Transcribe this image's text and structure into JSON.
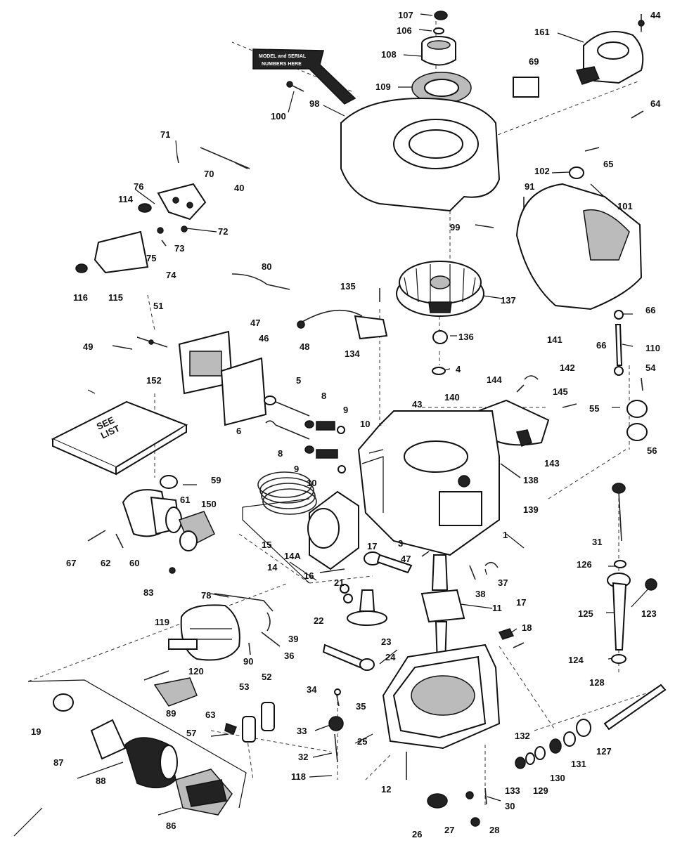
{
  "banner": {
    "text_line1": "MODEL and SERIAL",
    "text_line2": "NUMBERS HERE"
  },
  "box_152_text": "SEE\nLIST",
  "parts": {
    "p107": "107",
    "p106": "106",
    "p108": "108",
    "p109": "109",
    "p161": "161",
    "p44a": "44",
    "p64": "64",
    "p65": "65",
    "p69": "69",
    "p100": "100",
    "p98": "98",
    "p71": "71",
    "p70": "70",
    "p40": "40",
    "p76": "76",
    "p114": "114",
    "p72": "72",
    "p73": "73",
    "p75": "75",
    "p74": "74",
    "p116": "116",
    "p115": "115",
    "p80": "80",
    "p51": "51",
    "p47a": "47",
    "p46": "46",
    "p49": "49",
    "p48": "48",
    "p152": "152",
    "p102": "102",
    "p91": "91",
    "p101": "101",
    "p99": "99",
    "p135": "135",
    "p137": "137",
    "p134": "134",
    "p136": "136",
    "p4": "4",
    "p66a": "66",
    "p66b": "66",
    "p110": "110",
    "p141": "141",
    "p142": "142",
    "p144": "144",
    "p145": "145",
    "p54": "54",
    "p55": "55",
    "p56": "56",
    "p5": "5",
    "p8a": "8",
    "p9a": "9",
    "p10a": "10",
    "p6": "6",
    "p8b": "8",
    "p9b": "9",
    "p10b": "10",
    "p43": "43",
    "p140": "140",
    "p143": "143",
    "p138": "138",
    "p139": "139",
    "p59": "59",
    "p61": "61",
    "p150": "150",
    "p15": "15",
    "p14A": "14A",
    "p14": "14",
    "p16": "16",
    "p1": "1",
    "p17a": "17",
    "p3": "3",
    "p47b": "47",
    "p37": "37",
    "p38": "38",
    "p11": "11",
    "p17b": "17",
    "p18": "18",
    "p67": "67",
    "p62": "62",
    "p60": "60",
    "p83": "83",
    "p31": "31",
    "p126": "126",
    "p123": "123",
    "p125": "125",
    "p124": "124",
    "p128": "128",
    "p127": "127",
    "p78": "78",
    "p119": "119",
    "p39": "39",
    "p21": "21",
    "p22": "22",
    "p23": "23",
    "p24": "24",
    "p120": "120",
    "p90": "90",
    "p36": "36",
    "p34": "34",
    "p35": "35",
    "p33": "33",
    "p25": "25",
    "p53": "53",
    "p52": "52",
    "p63": "63",
    "p57": "57",
    "p32": "32",
    "p118": "118",
    "p12": "12",
    "p132": "132",
    "p131": "131",
    "p130": "130",
    "p129": "129",
    "p133": "133",
    "p30": "30",
    "p26": "26",
    "p27": "27",
    "p28": "28",
    "p89": "89",
    "p19": "19",
    "p87": "87",
    "p88": "88",
    "p86": "86"
  }
}
